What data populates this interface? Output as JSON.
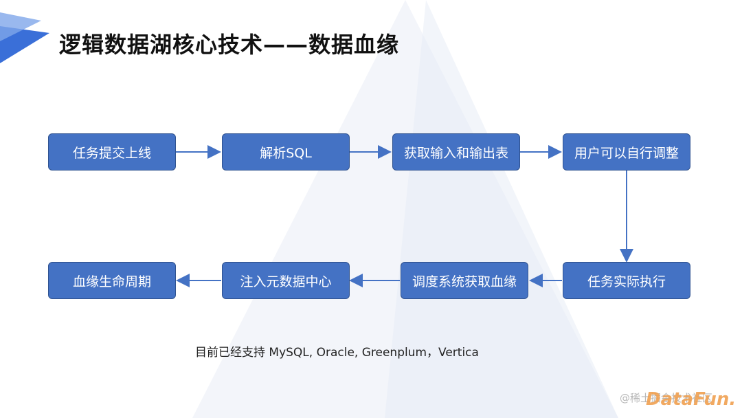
{
  "title": "逻辑数据湖核心技术——数据血缘",
  "steps": {
    "s1": "任务提交上线",
    "s2": "解析SQL",
    "s3": "获取输入和输出表",
    "s4": "用户可以自行调整",
    "s5": "任务实际执行",
    "s6": "调度系统获取血缘",
    "s7": "注入元数据中心",
    "s8": "血缘生命周期"
  },
  "note": "目前已经支持 MySQL, Oracle, Greenplum，Vertica",
  "watermark": {
    "community": "@稀土掘金技术社区",
    "logo": "DataFun."
  },
  "colors": {
    "box_fill": "#4472c4",
    "arrow": "#4472c4",
    "accent": "#3a6fd8"
  }
}
